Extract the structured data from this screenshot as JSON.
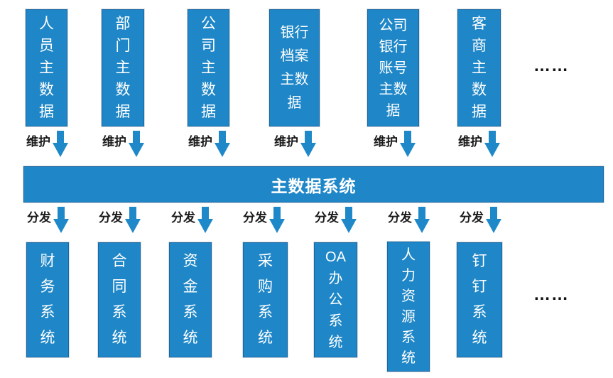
{
  "labels": {
    "maintain": "维护",
    "distribute": "分发"
  },
  "hub": {
    "label": "主数据系统"
  },
  "top_boxes": [
    "人员主数据",
    "部门主数据",
    "公司主数据",
    "银行档案主数据",
    "公司银行账号主数据",
    "客商主数据"
  ],
  "bottom_boxes": [
    "财务系统",
    "合同系统",
    "资金系统",
    "采购系统",
    "OA办公系统",
    "人力资源系统",
    "钉钉系统"
  ],
  "ellipsis_top": "……",
  "ellipsis_bottom": "……",
  "colors": {
    "box_fill": "#1f87c8",
    "box_border": "#1466a4",
    "arrow": "#1f88c9",
    "box_text": "#ffffff",
    "label_text": "#1a1a1a",
    "background": "#ffffff"
  }
}
